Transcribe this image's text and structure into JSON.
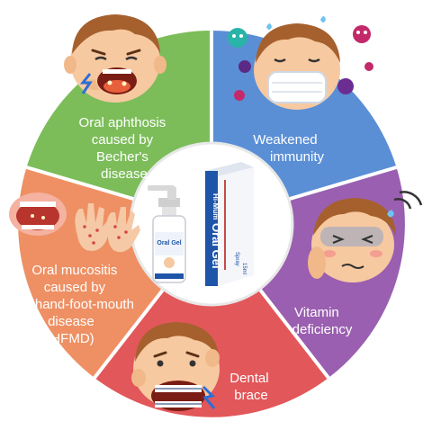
{
  "colors": {
    "green": "#7cbd5a",
    "blue": "#5a8fd6",
    "purple": "#9a5fb0",
    "red": "#e2575a",
    "orange": "#ee9064",
    "skin": "#f7c9a0",
    "hair": "#a5602e",
    "brand_blue": "#1f55a8"
  },
  "segments": {
    "oral_aphthosis": {
      "lines": [
        "Oral aphthosis",
        "caused by",
        "Becher's",
        "disease"
      ]
    },
    "weakened_immunity": {
      "lines": [
        "Weakened",
        "immunity"
      ]
    },
    "vitamin_deficiency": {
      "lines": [
        "Vitamin",
        "deficiency"
      ]
    },
    "dental_brace": {
      "lines": [
        "Dental",
        "brace"
      ]
    },
    "oral_mucositis": {
      "lines": [
        "Oral mucositis",
        "caused by",
        "hand-foot-mouth",
        "disease",
        "(HFMD)"
      ]
    }
  },
  "product": {
    "brand": "Hi-Mum",
    "name": "Oral Gel",
    "bottle_label": "Oral Gel",
    "box_note": "Spray",
    "volume": "15ml"
  },
  "icons": [
    "germ-icon",
    "face-mask-icon",
    "hand-spots-icon",
    "lightning-icon",
    "sweat-drop-icon"
  ]
}
